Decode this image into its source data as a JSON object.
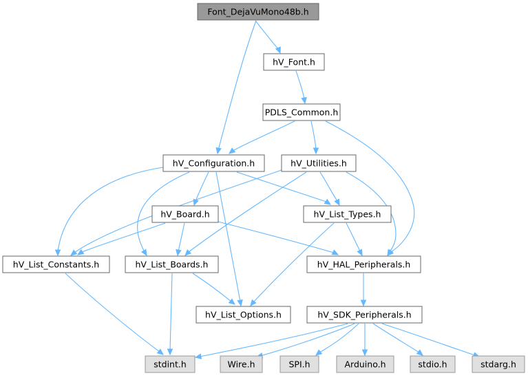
{
  "colors": {
    "root_fill": "#999999",
    "node_fill": "#ffffff",
    "external_fill": "#e0e0e0",
    "node_border": "#666666",
    "external_border": "#999999",
    "edge": "#63b8ff"
  },
  "graph": {
    "nodes": [
      {
        "id": "font_dejavu",
        "label": "Font_DejaVuMono48b.h",
        "kind": "root"
      },
      {
        "id": "hv_font",
        "label": "hV_Font.h",
        "kind": "local"
      },
      {
        "id": "pdls_common",
        "label": "PDLS_Common.h",
        "kind": "local"
      },
      {
        "id": "hv_configuration",
        "label": "hV_Configuration.h",
        "kind": "local"
      },
      {
        "id": "hv_utilities",
        "label": "hV_Utilities.h",
        "kind": "local"
      },
      {
        "id": "hv_board",
        "label": "hV_Board.h",
        "kind": "local"
      },
      {
        "id": "hv_list_types",
        "label": "hV_List_Types.h",
        "kind": "local"
      },
      {
        "id": "hv_list_constants",
        "label": "hV_List_Constants.h",
        "kind": "local"
      },
      {
        "id": "hv_list_boards",
        "label": "hV_List_Boards.h",
        "kind": "local"
      },
      {
        "id": "hv_hal_peripherals",
        "label": "hV_HAL_Peripherals.h",
        "kind": "local"
      },
      {
        "id": "hv_list_options",
        "label": "hV_List_Options.h",
        "kind": "local"
      },
      {
        "id": "hv_sdk_peripherals",
        "label": "hV_SDK_Peripherals.h",
        "kind": "local"
      },
      {
        "id": "stdint",
        "label": "stdint.h",
        "kind": "external"
      },
      {
        "id": "wire",
        "label": "Wire.h",
        "kind": "external"
      },
      {
        "id": "spi",
        "label": "SPI.h",
        "kind": "external"
      },
      {
        "id": "arduino",
        "label": "Arduino.h",
        "kind": "external"
      },
      {
        "id": "stdio",
        "label": "stdio.h",
        "kind": "external"
      },
      {
        "id": "stdarg",
        "label": "stdarg.h",
        "kind": "external"
      }
    ],
    "edges": [
      {
        "from": "font_dejavu",
        "to": "hv_font"
      },
      {
        "from": "font_dejavu",
        "to": "hv_configuration"
      },
      {
        "from": "hv_font",
        "to": "pdls_common"
      },
      {
        "from": "pdls_common",
        "to": "hv_configuration"
      },
      {
        "from": "pdls_common",
        "to": "hv_utilities"
      },
      {
        "from": "pdls_common",
        "to": "hv_hal_peripherals"
      },
      {
        "from": "hv_configuration",
        "to": "hv_board"
      },
      {
        "from": "hv_configuration",
        "to": "hv_list_types"
      },
      {
        "from": "hv_configuration",
        "to": "hv_list_constants"
      },
      {
        "from": "hv_configuration",
        "to": "hv_list_boards"
      },
      {
        "from": "hv_configuration",
        "to": "hv_list_options"
      },
      {
        "from": "hv_utilities",
        "to": "hv_list_types"
      },
      {
        "from": "hv_utilities",
        "to": "hv_list_constants"
      },
      {
        "from": "hv_utilities",
        "to": "hv_list_boards"
      },
      {
        "from": "hv_utilities",
        "to": "hv_hal_peripherals"
      },
      {
        "from": "hv_board",
        "to": "hv_list_constants"
      },
      {
        "from": "hv_board",
        "to": "hv_list_boards"
      },
      {
        "from": "hv_board",
        "to": "hv_hal_peripherals"
      },
      {
        "from": "hv_list_types",
        "to": "hv_hal_peripherals"
      },
      {
        "from": "hv_list_types",
        "to": "hv_list_options"
      },
      {
        "from": "hv_list_constants",
        "to": "stdint"
      },
      {
        "from": "hv_list_boards",
        "to": "stdint"
      },
      {
        "from": "hv_list_boards",
        "to": "hv_list_options"
      },
      {
        "from": "hv_hal_peripherals",
        "to": "hv_sdk_peripherals"
      },
      {
        "from": "hv_sdk_peripherals",
        "to": "stdint"
      },
      {
        "from": "hv_sdk_peripherals",
        "to": "wire"
      },
      {
        "from": "hv_sdk_peripherals",
        "to": "spi"
      },
      {
        "from": "hv_sdk_peripherals",
        "to": "arduino"
      },
      {
        "from": "hv_sdk_peripherals",
        "to": "stdio"
      },
      {
        "from": "hv_sdk_peripherals",
        "to": "stdarg"
      }
    ]
  }
}
